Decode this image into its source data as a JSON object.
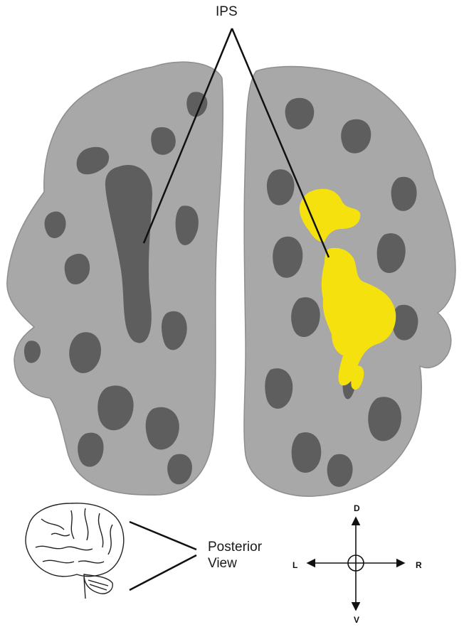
{
  "labels": {
    "region": "IPS",
    "view_line1": "Posterior",
    "view_line2": "View"
  },
  "orientation": {
    "dorsal": "D",
    "ventral": "V",
    "left": "L",
    "right": "R"
  },
  "colors": {
    "cortex_gyri": "#a8a8a8",
    "cortex_sulci": "#5e5e5e",
    "activation": "#f5e10e",
    "lines": "#111111"
  },
  "icons": {
    "brain_thumbnail": "lateral-brain-sketch-icon",
    "compass": "orientation-compass-icon"
  }
}
